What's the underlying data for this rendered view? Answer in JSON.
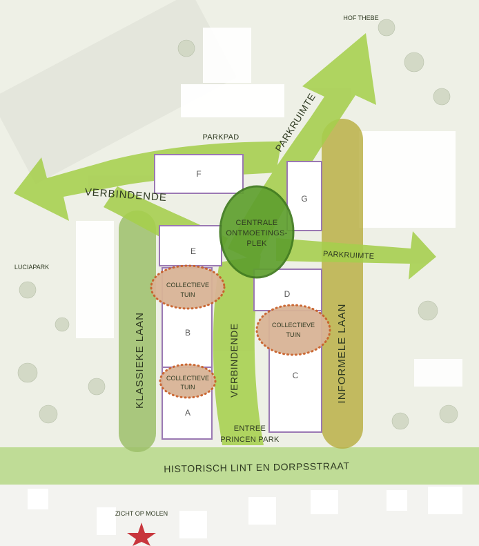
{
  "map": {
    "colors": {
      "background": "#eef0e6",
      "green_arrow": "#a6cf4d",
      "green_band": "#b9d98d",
      "olive_lane": "#b7ad3d",
      "classic_lane": "#9cbf6a",
      "central_circle": "#5fa02f",
      "building_outline": "#9a78b3",
      "collective_garden": "#d9b496",
      "garden_dots": "#c9612b",
      "star": "#c8363d"
    },
    "labels": {
      "hof_thebe": "HOF THEBE",
      "parkpad": "PARKPAD",
      "parkruimte_diagonal": "PARKRUIMTE",
      "verbindende_top": "VERBINDENDE",
      "centrale": "CENTRALE",
      "ontmoetings": "ONTMOETINGS-",
      "plek": "PLEK",
      "parkruimte_east": "PARKRUIMTE",
      "luciapark": "LUCIAPARK",
      "klassieke_laan": "KLASSIEKE   LAAN",
      "verbindende_vertical": "VERBINDENDE",
      "informele_laan": "INFORMELE   LAAN",
      "entree": "ENTREE",
      "princen_park": "PRINCEN PARK",
      "historisch_lint": "HISTORISCH LINT EN DORPSSTRAAT",
      "zicht_op_molen": "ZICHT OP MOLEN"
    },
    "buildings": {
      "A": "A",
      "B": "B",
      "C": "C",
      "D": "D",
      "E": "E",
      "F": "F",
      "G": "G"
    },
    "collective_gardens": [
      {
        "line1": "COLLECTIEVE",
        "line2": "TUIN"
      },
      {
        "line1": "COLLECTIEVE",
        "line2": "TUIN"
      },
      {
        "line1": "COLLECTIEVE",
        "line2": "TUIN"
      }
    ]
  }
}
